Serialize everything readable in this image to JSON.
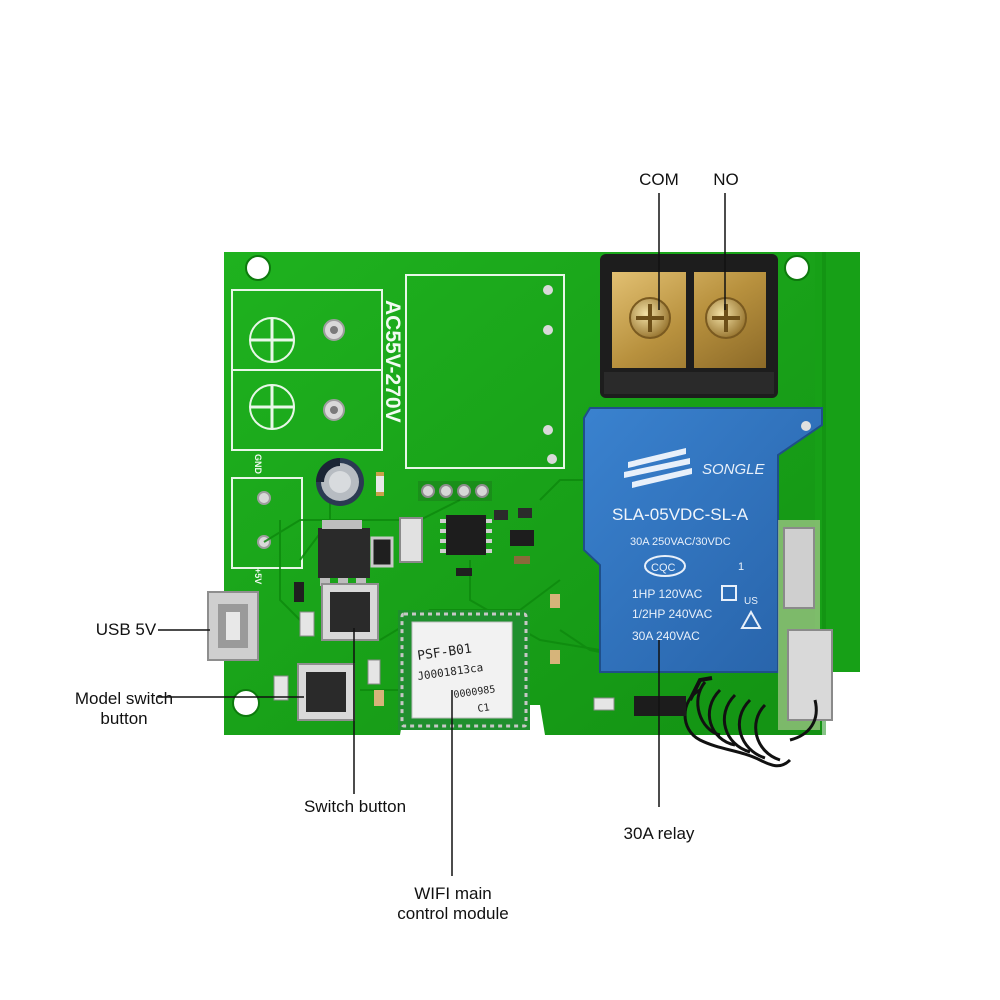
{
  "labels": {
    "com": "COM",
    "no": "NO",
    "usb": "USB 5V",
    "mode_switch": "Model switch\nbutton",
    "switch_button": "Switch button",
    "wifi_module": "WIFI main\ncontrol module",
    "relay": "30A relay"
  },
  "silkscreen": {
    "voltage": "AC55V-270V",
    "gnd": "GND",
    "plus5v": "+5V"
  },
  "relay_print": {
    "brand": "SONGLE",
    "model": "SLA-05VDC-SL-A",
    "rating1": "30A 250VAC/30VDC",
    "cqc": "CQC",
    "rating2": "1HP 120VAC",
    "rating3": "1/2HP 240VAC",
    "rating4": "30A 240VAC",
    "num": "1",
    "us": "US"
  },
  "module_print": {
    "line1": "PSF-B01",
    "line2": "J0001813ca",
    "line3": "0000985",
    "line4": "C1"
  },
  "colors": {
    "pcb": "#18a318",
    "relay": "#2f74c0",
    "terminal": "#c9a24a"
  }
}
